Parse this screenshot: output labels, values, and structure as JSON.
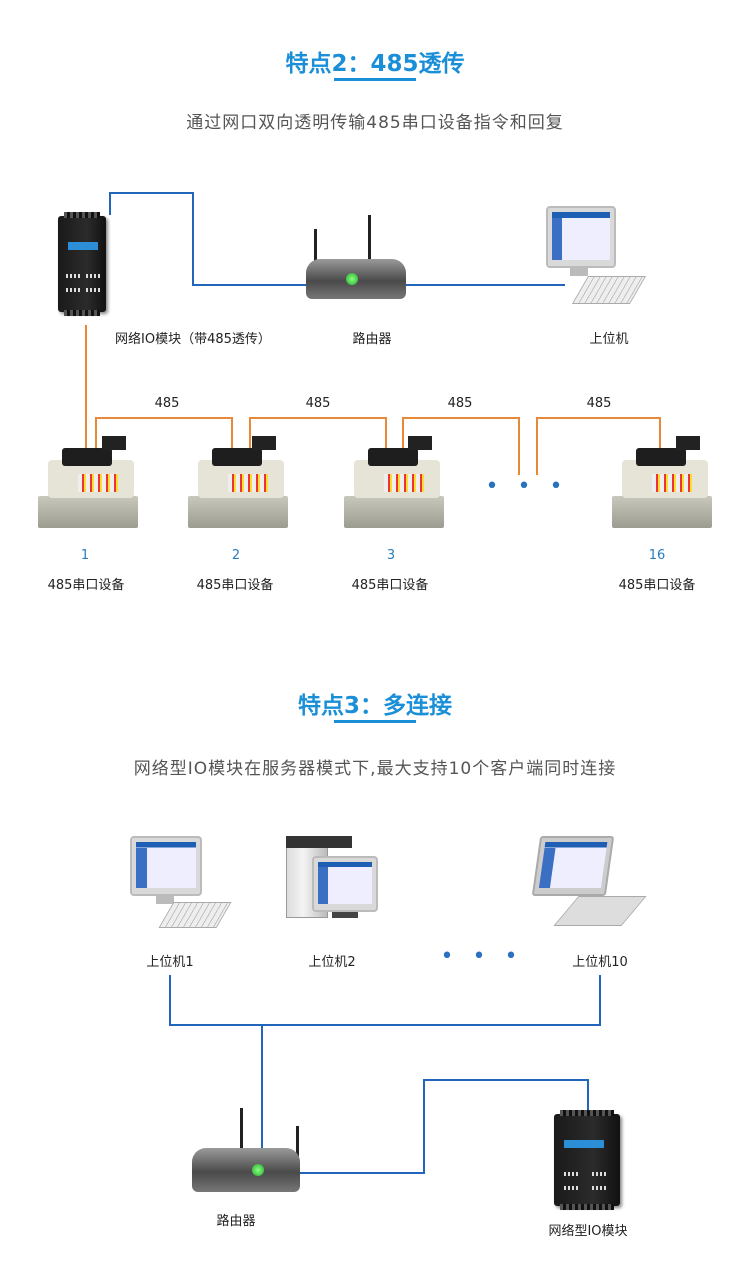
{
  "section1": {
    "title": "特点2：485透传",
    "subtitle": "通过网口双向透明传输485串口设备指令和回复",
    "module_label": "网络IO模块（带485透传）",
    "router_label": "路由器",
    "pc_label": "上位机",
    "bus_label": "485",
    "devices": [
      {
        "num": "1",
        "label": "485串口设备"
      },
      {
        "num": "2",
        "label": "485串口设备"
      },
      {
        "num": "3",
        "label": "485串口设备"
      },
      {
        "num": "16",
        "label": "485串口设备"
      }
    ],
    "ellipsis": "• • •"
  },
  "section2": {
    "title": "特点3：多连接",
    "subtitle": "网络型IO模块在服务器模式下,最大支持10个客户端同时连接",
    "clients": [
      "上位机1",
      "上位机2",
      "上位机10"
    ],
    "ellipsis": "• • •",
    "router_label": "路由器",
    "module_label": "网络型IO模块"
  },
  "colors": {
    "accent": "#1a8fd8",
    "network_line": "#2266bb",
    "rs485_line": "#e8893a"
  }
}
